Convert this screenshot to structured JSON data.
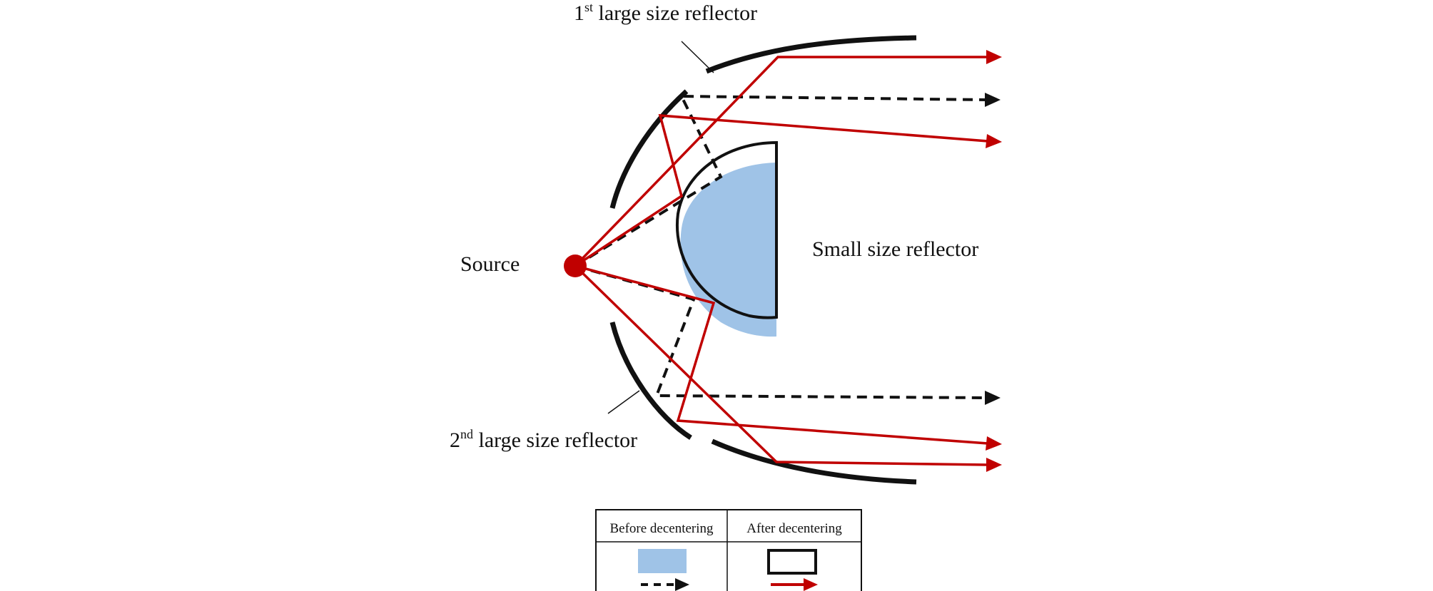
{
  "labels": {
    "first_reflector": {
      "number": "1",
      "suffix": "st",
      "text": " large size reflector"
    },
    "second_reflector": {
      "number": "2",
      "suffix": "nd",
      "text": " large size reflector"
    },
    "source": "Source",
    "small_reflector": "Small size reflector"
  },
  "legend": {
    "before": "Before decentering",
    "after": "After decentering"
  },
  "colors": {
    "before_fill": "#9fc3e7",
    "after_ray": "#c00000",
    "before_ray": "#111111",
    "source": "#c00000"
  }
}
